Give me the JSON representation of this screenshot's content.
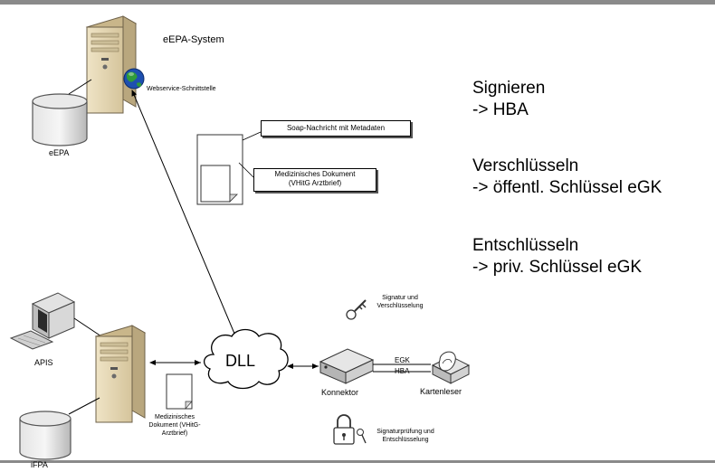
{
  "labels": {
    "eepa_system": "eEPA-System",
    "webservice": "Webservice-Schnittstelle",
    "eepa": "eEPA",
    "soap_message": "Soap-Nachricht mit Metadaten",
    "med_doc_box_line1": "Medizinisches Dokument",
    "med_doc_box_line2": "(VHitG Arztbrief)",
    "apis": "APIS",
    "ifpa": "iFPA",
    "dll": "DLL",
    "connector": "Konnektor",
    "card_reader": "Kartenleser",
    "egk": "EGK",
    "hba": "HBA",
    "sig_enc_line1": "Signatur und",
    "sig_enc_line2": "Verschlüsselung",
    "verify_dec_line1": "Signaturprüfung und",
    "verify_dec_line2": "Entschlüsselung",
    "local_doc_line1": "Medizinisches",
    "local_doc_line2": "Dokument (VHitG-",
    "local_doc_line3": "Arztbrief)"
  },
  "notes": [
    {
      "title": "Signieren",
      "detail": "-> HBA"
    },
    {
      "title": "Verschlüsseln",
      "detail": "-> öffentl. Schlüssel eGK"
    },
    {
      "title": "Entschlüsseln",
      "detail": "-> priv. Schlüssel eGK"
    }
  ],
  "colors": {
    "server_face": "#e6d9b8",
    "server_side": "#b9a77e",
    "db_face": "#d0d0d0",
    "monitor": "#d8d8d8",
    "globe_water": "#1d4fb0",
    "globe_land": "#2f9b3a",
    "rule_bar": "#8a8a8a"
  }
}
